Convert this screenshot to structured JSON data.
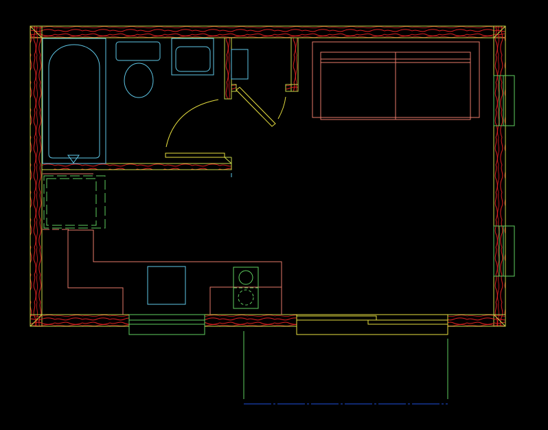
{
  "drawing": {
    "kind": "floor-plan",
    "background": "#000000",
    "colors": {
      "wall_outline": "#c8d84a",
      "wall_hatch": "#e02020",
      "fixture": "#5fc8e8",
      "furniture": "#e87a6a",
      "door_window": "#e8e040",
      "frame": "#60d060",
      "dimension": "#2050e0"
    }
  },
  "rooms": [
    "bathroom",
    "main-room"
  ],
  "fixtures": [
    "bathtub",
    "toilet",
    "sink",
    "cabinet",
    "stove",
    "refrigerator",
    "sofa",
    "kitchen-counter",
    "swing-door",
    "sliding-door",
    "windows",
    "patio-deck"
  ]
}
